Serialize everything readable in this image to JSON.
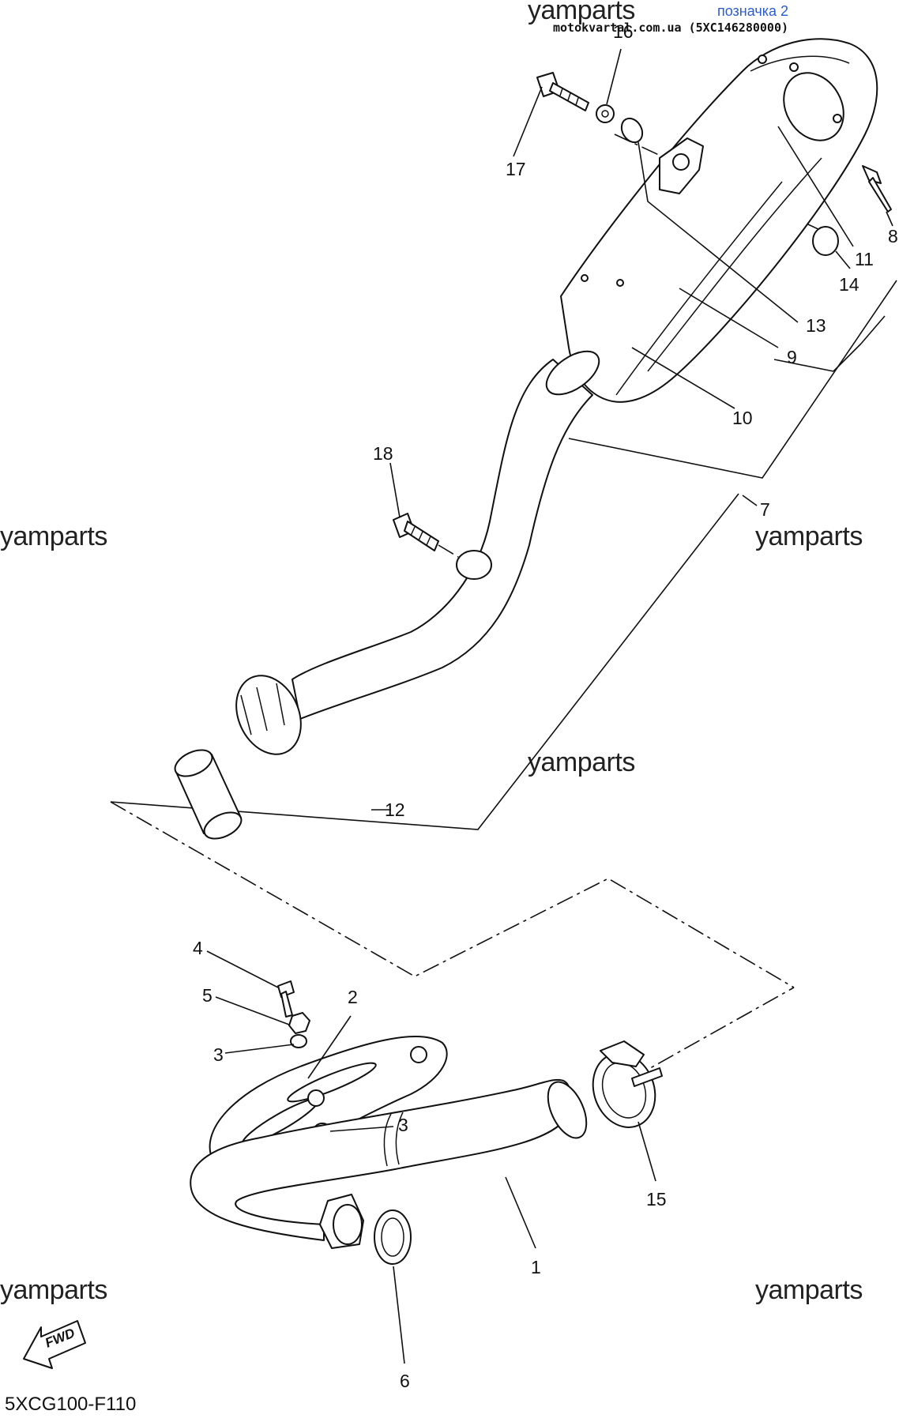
{
  "header": {
    "tag": "позначка 2",
    "source": "motokvartal.com.ua (5XC146280000)"
  },
  "watermark": "yamparts",
  "diagram_code": "5XCG100-F110",
  "fwd_label": "FWD",
  "callouts": [
    "1",
    "2",
    "3",
    "3",
    "4",
    "5",
    "6",
    "7",
    "8",
    "9",
    "10",
    "11",
    "12",
    "13",
    "14",
    "15",
    "16",
    "17",
    "18"
  ]
}
